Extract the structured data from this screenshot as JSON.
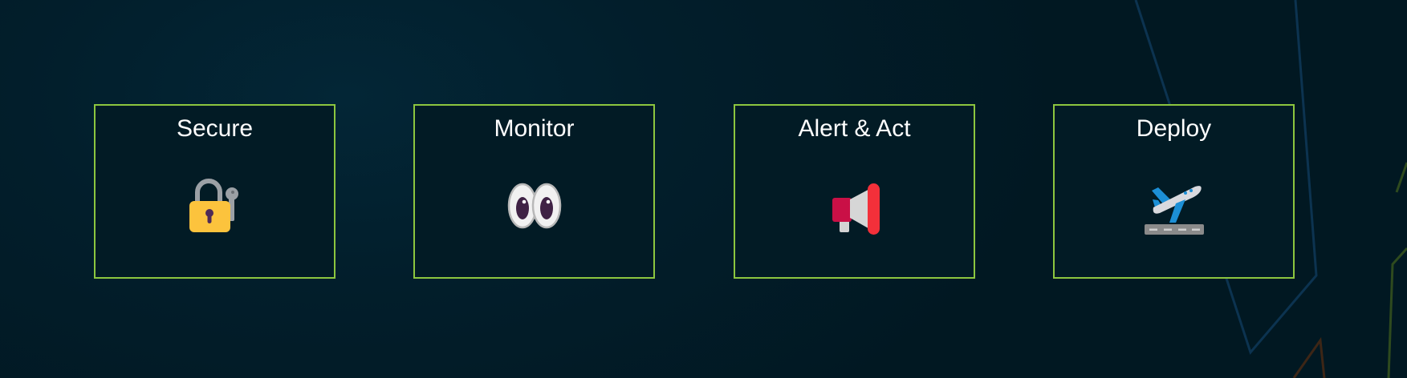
{
  "cards": [
    {
      "title": "Secure",
      "icon": "locked-with-key-icon"
    },
    {
      "title": "Monitor",
      "icon": "eyes-icon"
    },
    {
      "title": "Alert & Act",
      "icon": "megaphone-icon"
    },
    {
      "title": "Deploy",
      "icon": "airplane-departure-icon"
    }
  ],
  "colors": {
    "background": "#011d29",
    "card_border": "#8cc63f",
    "title_text": "#ffffff"
  }
}
